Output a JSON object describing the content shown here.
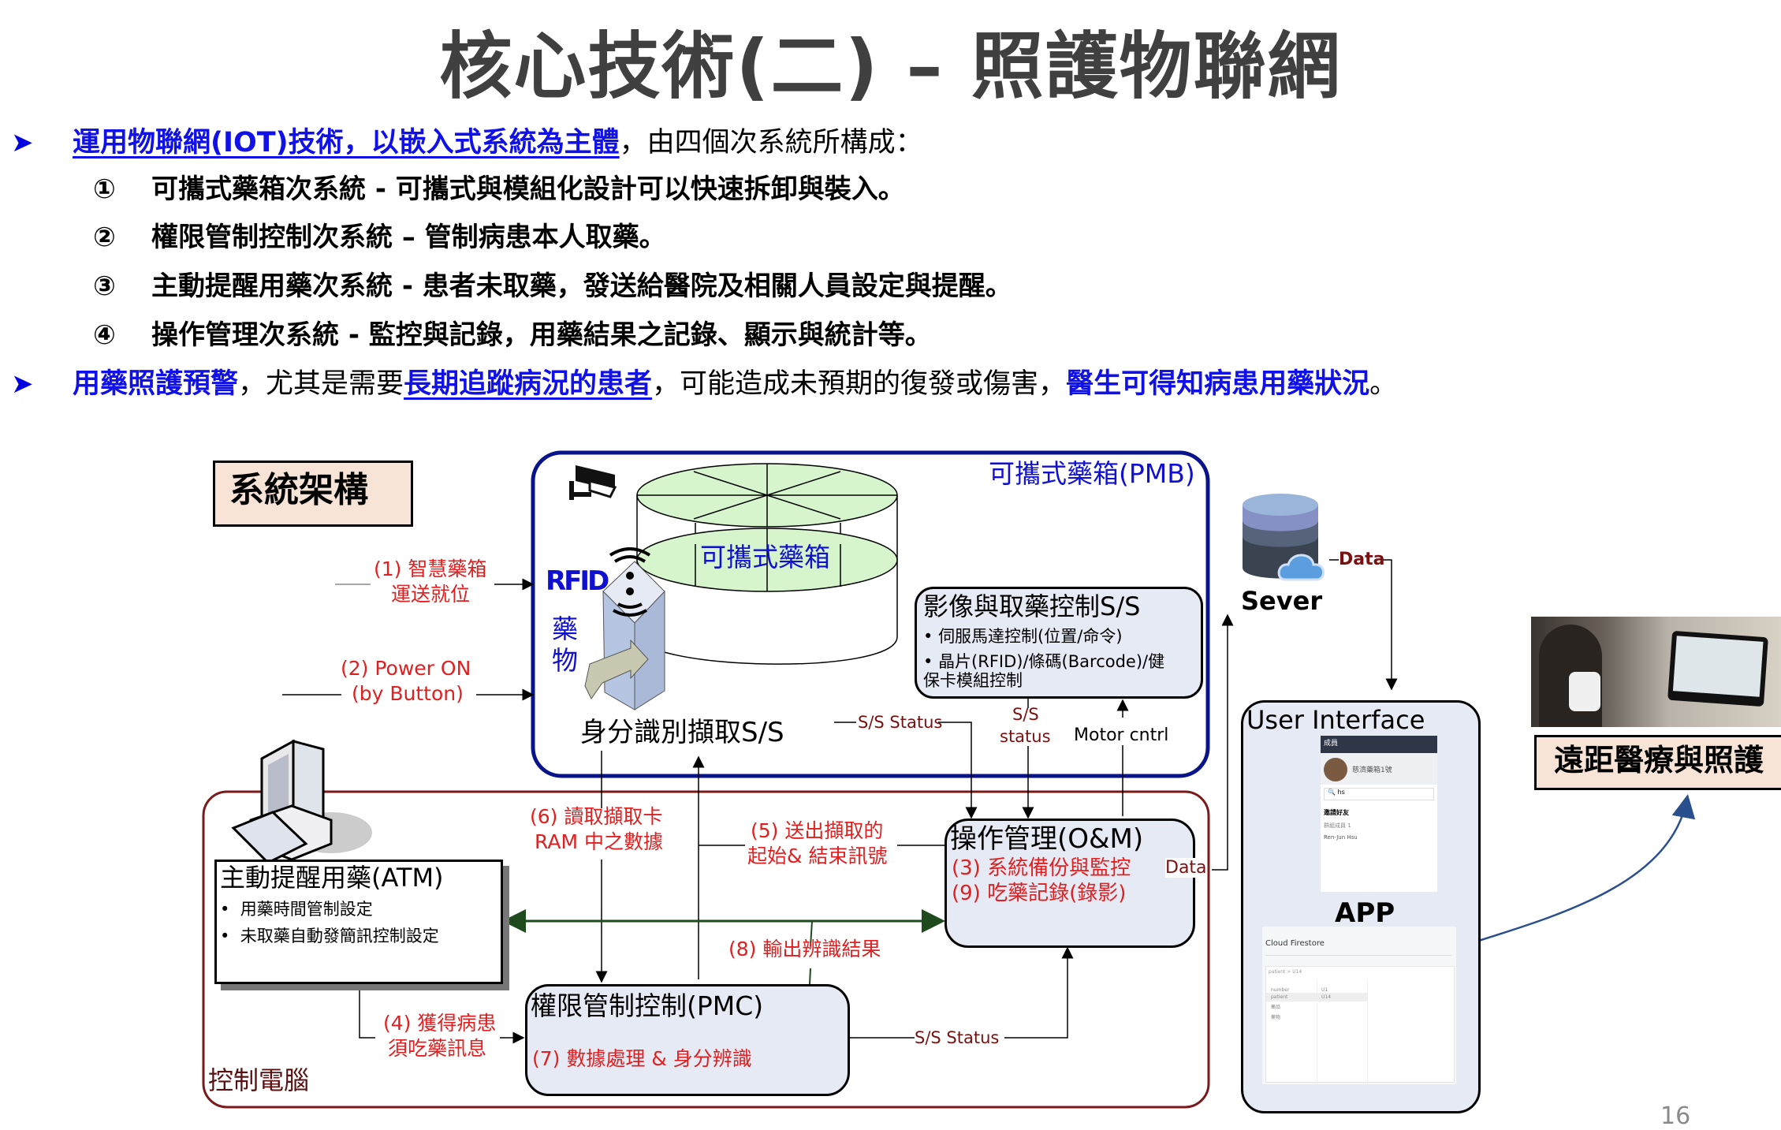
{
  "title": "核心技術(二) – 照護物聯網",
  "bullets": {
    "b1": {
      "link": "運用物聯網(IOT)技術，以嵌入式系統為主體",
      "rest": "，由四個次系統所構成："
    },
    "subsystems": [
      {
        "num": "①",
        "text": "可攜式藥箱次系統 - 可攜式與模組化設計可以快速拆卸與裝入。"
      },
      {
        "num": "②",
        "text": "權限管制控制次系統 – 管制病患本人取藥。"
      },
      {
        "num": "③",
        "text": "主動提醒用藥次系統 - 患者未取藥，發送給醫院及相關人員設定與提醒。"
      },
      {
        "num": "④",
        "text": "操作管理次系統 - 監控與記錄，用藥結果之記錄、顯示與統計等。"
      }
    ],
    "b2": {
      "part1": "用藥照護預警",
      "part2": "，尤其是需要",
      "part3": "長期追蹤病況的患者",
      "part4": "，可能造成未預期的復發或傷害，",
      "part5": "醫生可得知病患用藥狀況",
      "part6": "。"
    }
  },
  "diagram": {
    "heading": "系統架構",
    "pmb": {
      "title": "可攜式藥箱(PMB)",
      "box_label": "可攜式藥箱",
      "rfid": "RFID",
      "medicine": "藥物",
      "id_capture": "身分識別擷取S/S"
    },
    "image_ctrl": {
      "title": "影像與取藥控制S/S",
      "items": [
        "伺服馬達控制(位置/命令)",
        "晶片(RFID)/條碼(Barcode)/健保卡模組控制"
      ]
    },
    "inputs": {
      "step1_l1": "(1) 智慧藥箱",
      "step1_l2": "運送就位",
      "step2_l1": "(2) Power ON",
      "step2_l2": "(by Button)"
    },
    "signals": {
      "ss_status": "S/S Status",
      "ss": "S/S",
      "status": "status",
      "motor": "Motor cntrl",
      "data": "Data",
      "ss_status2": "S/S Status"
    },
    "control_pc": {
      "label": "控制電腦"
    },
    "atm": {
      "title": "主動提醒用藥(ATM)",
      "items": [
        "用藥時間管制設定",
        "未取藥自動發簡訊控制設定"
      ]
    },
    "om": {
      "title": "操作管理(O&M)",
      "step3": "(3) 系統備份與監控",
      "step9": "(9) 吃藥記錄(錄影)"
    },
    "pmc": {
      "title": "權限管制控制(PMC)",
      "step7": "(7) 數據處理 & 身分辨識"
    },
    "steps": {
      "step4_l1": "(4) 獲得病患",
      "step4_l2": "須吃藥訊息",
      "step5_l1": "(5) 送出擷取的",
      "step5_l2": "起始& 結束訊號",
      "step6_l1": "(6) 讀取擷取卡",
      "step6_l2": "RAM 中之數據",
      "step8": "(8) 輸出辨識結果"
    },
    "server": {
      "label": "Sever",
      "data": "Data"
    },
    "ui": {
      "title": "User Interface",
      "app": "APP",
      "line_panel": {
        "header": "成員",
        "name": "慈濟藥箱1號",
        "search": "hs",
        "invite": "邀請好友",
        "group": "群組成員 1",
        "member": "Ren-Jun Hsu"
      },
      "firestore": {
        "title": "Cloud Firestore",
        "crumb": "patient > U14",
        "cols": [
          "patient",
          "U14"
        ],
        "rows": [
          "number",
          "patient",
          "藥品",
          "藥物"
        ],
        "docs": [
          "U1",
          "U14"
        ]
      }
    },
    "telecare": {
      "label": "遠距醫療與照護"
    }
  },
  "page_number": "16"
}
